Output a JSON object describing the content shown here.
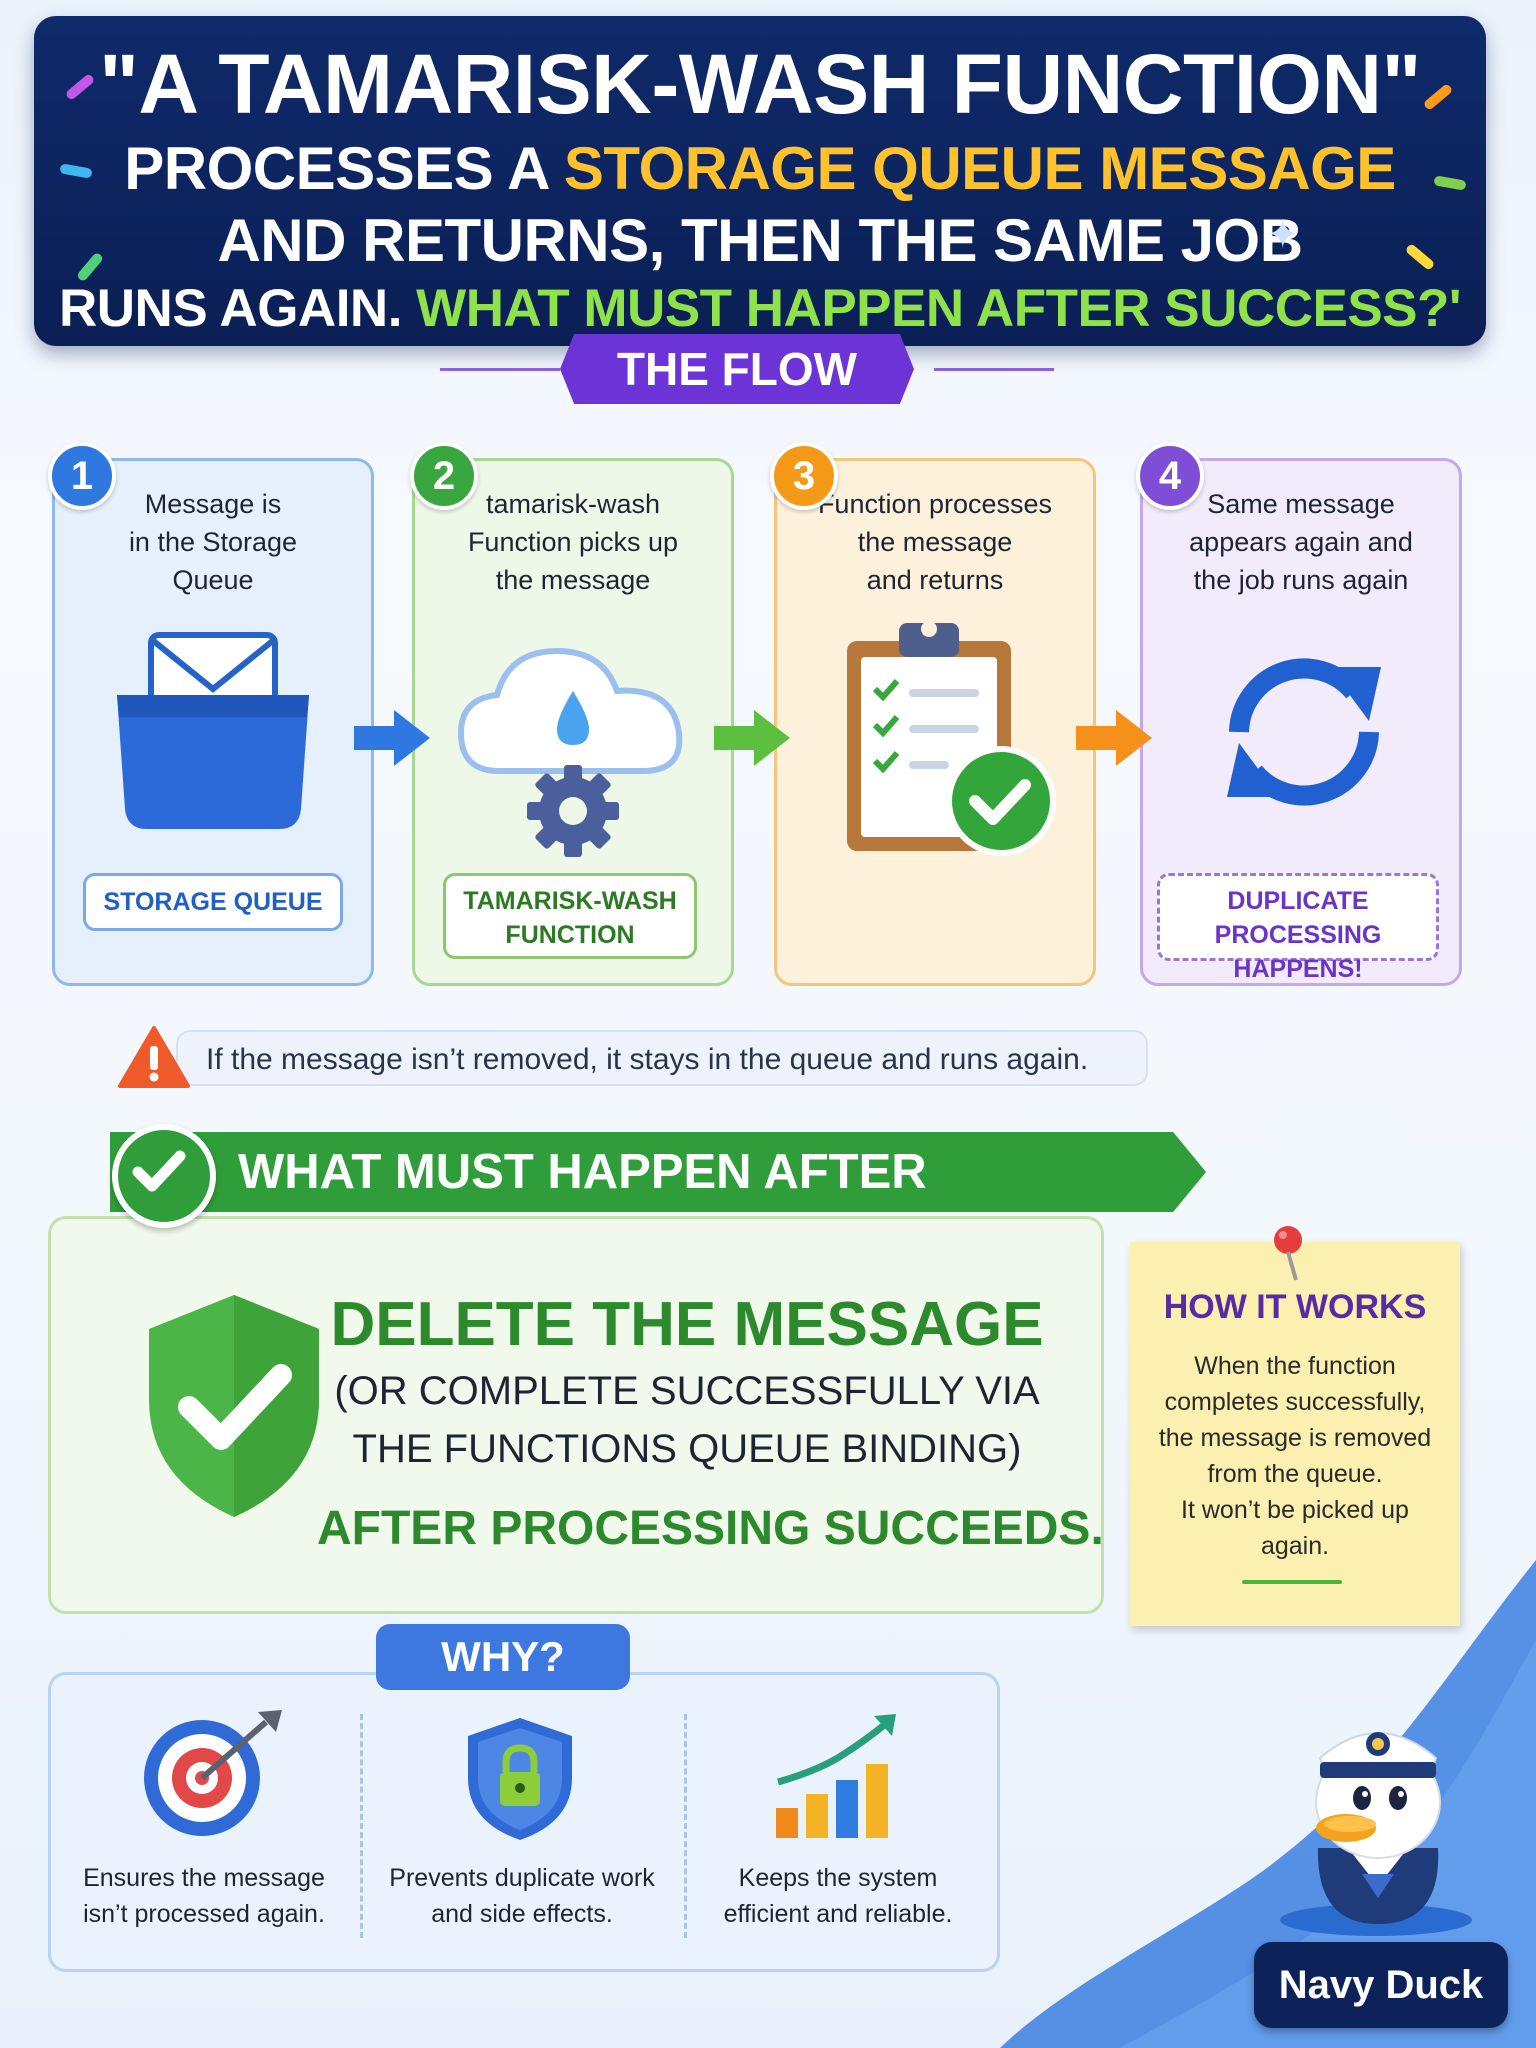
{
  "title": {
    "line1": "\"A TAMARISK-WASH FUNCTION\"",
    "line2_pre": "PROCESSES A ",
    "line2_hl": "STORAGE QUEUE MESSAGE",
    "line3": "AND RETURNS, THEN THE SAME JOB",
    "line4_pre": "RUNS AGAIN. ",
    "line4_hl": "WHAT MUST HAPPEN AFTER SUCCESS?'"
  },
  "flow": {
    "label": "THE FLOW",
    "steps": [
      {
        "num": "1",
        "l1": "Message is",
        "l2": "in the Storage",
        "l3": "Queue",
        "tag1": "STORAGE QUEUE",
        "tag2": ""
      },
      {
        "num": "2",
        "l1": "tamarisk-wash",
        "l2": "Function picks up",
        "l3": "the message",
        "tag1": "TAMARISK-WASH",
        "tag2": "FUNCTION"
      },
      {
        "num": "3",
        "l1": "Function processes",
        "l2": "the message",
        "l3": "and returns",
        "tag1": "",
        "tag2": ""
      },
      {
        "num": "4",
        "l1": "Same message",
        "l2": "appears again and",
        "l3": "the job runs again",
        "tag1": "DUPLICATE PROCESSING",
        "tag2": "HAPPENS!"
      }
    ]
  },
  "warning": "If the message isn’t removed, it stays in the queue and runs again.",
  "success": {
    "heading": "WHAT MUST HAPPEN AFTER SUCCESS?",
    "main": "DELETE THE MESSAGE",
    "sub1": "(OR COMPLETE SUCCESSFULLY VIA",
    "sub2": "THE FUNCTIONS QUEUE BINDING)",
    "after": "AFTER PROCESSING SUCCEEDS."
  },
  "note": {
    "title": "HOW IT WORKS",
    "l1": "When the function",
    "l2": "completes successfully,",
    "l3": "the message is removed",
    "l4": "from the queue.",
    "l5": "It won’t be picked up",
    "l6": "again."
  },
  "why": {
    "label": "WHY?",
    "items": [
      {
        "l1": "Ensures the message",
        "l2": "isn’t processed again."
      },
      {
        "l1": "Prevents duplicate work",
        "l2": "and side effects."
      },
      {
        "l1": "Keeps the system",
        "l2": "efficient and reliable."
      }
    ]
  },
  "mascot": {
    "label": "Navy Duck"
  },
  "colors": {
    "navy": "#0b1f55",
    "step1": "#2f78e0",
    "step2": "#3aa63f",
    "step3": "#f59a17",
    "step4": "#7e4fd6",
    "success": "#2f9e3a"
  }
}
